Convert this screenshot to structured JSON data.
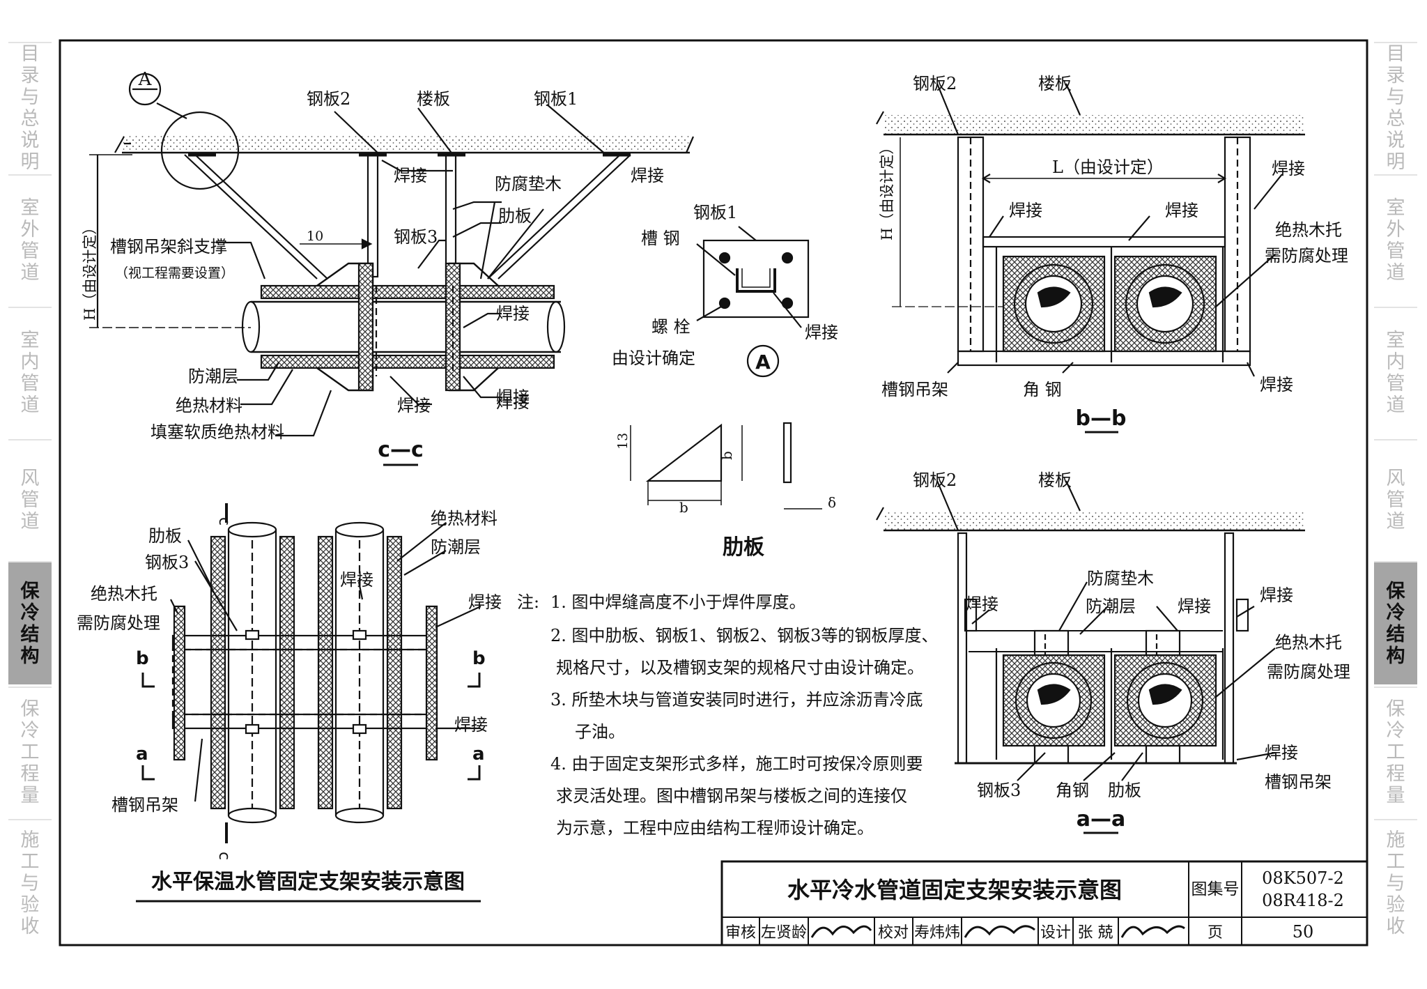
{
  "side_nav": {
    "left": [
      "目录与总说明",
      "室外管道",
      "室内管道",
      "风管道",
      "保冷结构",
      "保冷工程量",
      "施工与验收"
    ],
    "right": [
      "目录与总说明",
      "室外管道",
      "室内管道",
      "风管道",
      "保冷结构",
      "保冷工程量",
      "施工与验收"
    ],
    "active_index": 4
  },
  "views": {
    "cc": {
      "title": "c—c",
      "labels": [
        "钢板2",
        "楼板",
        "钢板1",
        "焊接",
        "焊接",
        "防腐垫木",
        "肋板",
        "钢板3",
        "槽钢吊架斜支撑",
        "（视工程需要设置）",
        "H（由设计定）",
        "10",
        "焊接",
        "焊接",
        "焊接",
        "焊接",
        "防潮层",
        "绝热材料",
        "填塞软质绝热材料"
      ],
      "detail_mark": "A"
    },
    "detail_a": {
      "labels": [
        "钢板1",
        "槽 钢",
        "螺 栓",
        "由设计确定",
        "焊接"
      ],
      "mark": "A"
    },
    "rib": {
      "title": "肋板",
      "labels": [
        "13",
        "b",
        "b",
        "δ"
      ]
    },
    "bb": {
      "title": "b—b",
      "labels": [
        "钢板2",
        "楼板",
        "L（由设计定）",
        "焊接",
        "H（由设计定）",
        "焊接",
        "焊接",
        "绝热木托",
        "需防腐处理",
        "槽钢吊架",
        "角 钢",
        "焊接"
      ]
    },
    "plan": {
      "title": "水平保温水管固定支架安装示意图",
      "labels": [
        "c",
        "c",
        "肋板",
        "钢板3",
        "绝热材料",
        "防潮层",
        "绝热木托",
        "需防腐处理",
        "焊接",
        "焊接",
        "b",
        "b",
        "焊接",
        "a",
        "a",
        "槽钢吊架"
      ]
    },
    "aa": {
      "title": "a—a",
      "labels": [
        "钢板2",
        "楼板",
        "防腐垫木",
        "焊接",
        "防潮层",
        "焊接",
        "焊接",
        "绝热木托",
        "需防腐处理",
        "焊接",
        "槽钢吊架",
        "钢板3",
        "角钢",
        "肋板"
      ]
    }
  },
  "notes": {
    "prefix": "注:",
    "items": [
      "1. 图中焊缝高度不小于焊件厚度。",
      "2. 图中肋板、钢板1、钢板2、钢板3等的钢板厚度、",
      "规格尺寸，以及槽钢支架的规格尺寸由设计确定。",
      "3. 所垫木块与管道安装同时进行，并应涂沥青冷底",
      "子油。",
      "4. 由于固定支架形式多样，施工时可按保冷原则要",
      "求灵活处理。图中槽钢吊架与楼板之间的连接仅",
      "为示意，工程中应由结构工程师设计确定。"
    ]
  },
  "title_block": {
    "title": "水平冷水管道固定支架安装示意图",
    "atlas_label": "图集号",
    "atlas_no_1": "08K507-2",
    "atlas_no_2": "08R418-2",
    "review_label": "审核",
    "reviewer": "左贤龄",
    "check_label": "校对",
    "checker": "寿炜炜",
    "design_label": "设计",
    "designer": "张 兢",
    "page_label": "页",
    "page_no": "50"
  }
}
